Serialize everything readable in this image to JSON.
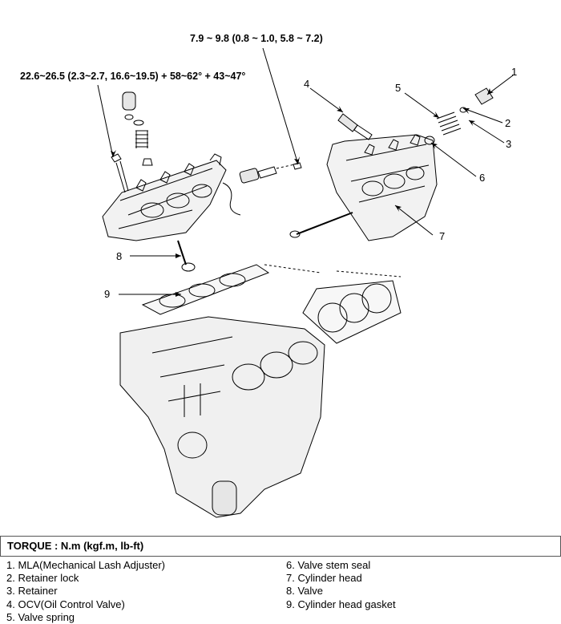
{
  "torque_specs": {
    "ocv_bolt": "7.9 ~ 9.8 (0.8 ~ 1.0, 5.8 ~ 7.2)",
    "head_bolt": "22.6~26.5 (2.3~2.7, 16.6~19.5) + 58~62° + 43~47°"
  },
  "callouts": [
    "1",
    "2",
    "3",
    "4",
    "5",
    "6",
    "7",
    "8",
    "9"
  ],
  "torque_unit_title": "TORQUE : N.m (kgf.m, lb-ft)",
  "legend": {
    "left": [
      "1.  MLA(Mechanical Lash Adjuster)",
      "2.  Retainer lock",
      "3.  Retainer",
      "4.  OCV(Oil Control Valve)",
      "5.  Valve spring"
    ],
    "right": [
      "6.  Valve stem seal",
      "7.  Cylinder head",
      "8.  Valve",
      "9.  Cylinder head gasket"
    ]
  }
}
